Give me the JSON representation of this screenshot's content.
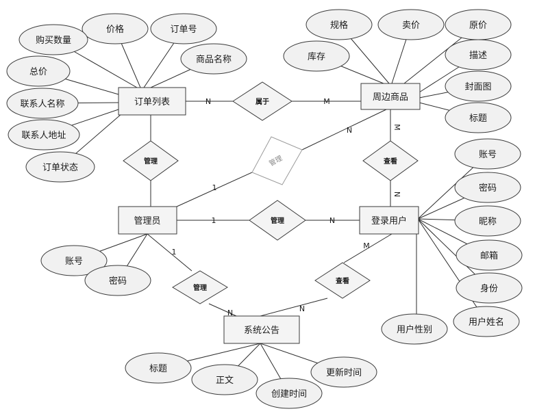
{
  "entities": {
    "order_list": "订单列表",
    "merch": "周边商品",
    "admin": "管理员",
    "user": "登录用户",
    "notice": "系统公告"
  },
  "order_attrs": [
    "价格",
    "订单号",
    "购买数量",
    "商品名称",
    "总价",
    "联系人名称",
    "联系人地址",
    "订单状态"
  ],
  "merch_attrs": [
    "规格",
    "卖价",
    "原价",
    "库存",
    "描述",
    "封面图",
    "标题"
  ],
  "user_attrs": [
    "账号",
    "密码",
    "昵称",
    "邮箱",
    "身份",
    "用户姓名",
    "用户性别"
  ],
  "admin_attrs": [
    "账号",
    "密码"
  ],
  "notice_attrs": [
    "标题",
    "正文",
    "创建时间",
    "更新时间"
  ],
  "relationships": {
    "belongs": "属于",
    "admin_order": "管理",
    "admin_merch": "管理",
    "view_merch": "查看",
    "admin_user": "管理",
    "admin_notice": "管理",
    "view_notice": "查看"
  },
  "cardinalities": {
    "belongs_order": "N",
    "belongs_merch": "M",
    "admin_merch_merch": "N",
    "admin_merch_admin": "1",
    "view_merch_merch": "M",
    "view_merch_user": "N",
    "admin_user_admin": "1",
    "admin_user_user": "N",
    "admin_notice_admin": "1",
    "admin_notice_notice": "N",
    "view_notice_notice": "N",
    "view_notice_user": "M"
  }
}
